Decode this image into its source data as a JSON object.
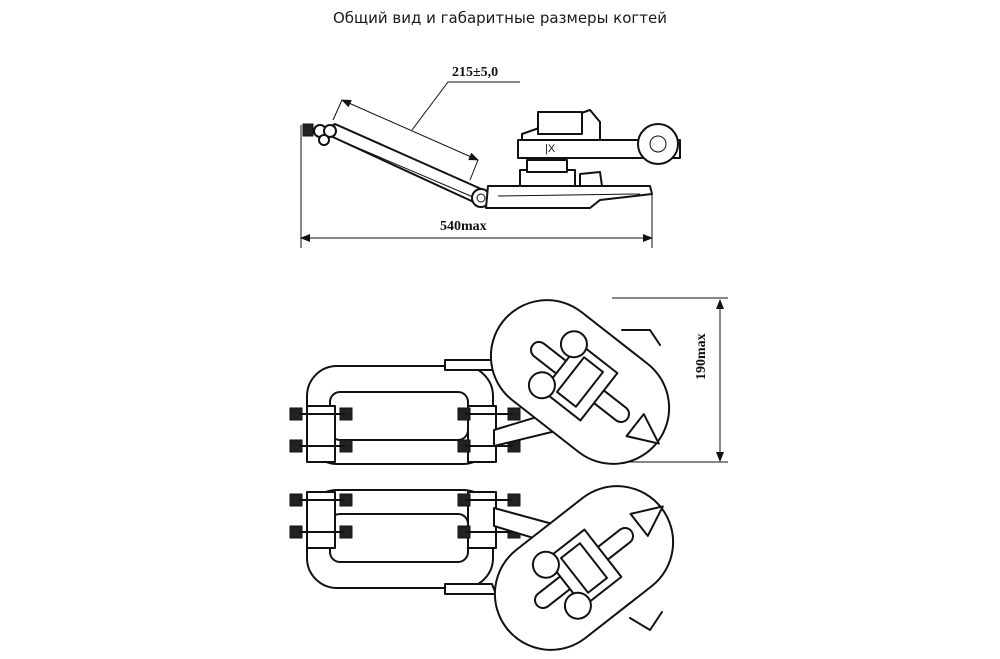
{
  "title": "Общий вид и габаритные размеры когтей",
  "dimensions": {
    "length": "215±5,0",
    "overall_width": "540max",
    "height": "190max"
  },
  "colors": {
    "line": "#111111",
    "background": "#ffffff"
  }
}
